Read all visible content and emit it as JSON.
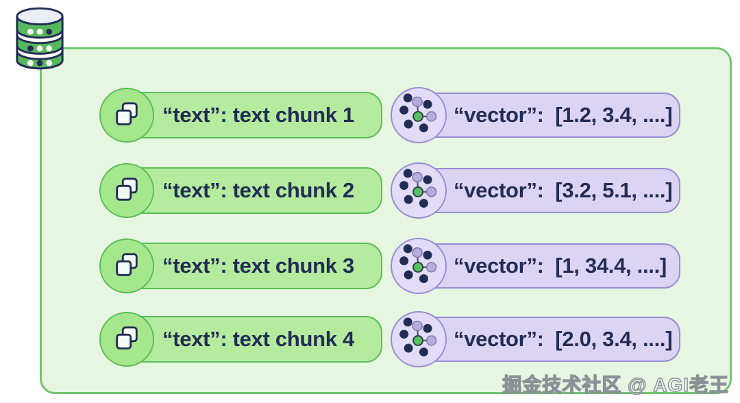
{
  "rows": [
    {
      "text": "“text”: text chunk 1",
      "vector": "“vector”:  [1.2, 3.4, ....]"
    },
    {
      "text": "“text”: text chunk 2",
      "vector": "“vector”:  [3.2, 5.1, ....]"
    },
    {
      "text": "“text”: text chunk 3",
      "vector": "“vector”:  [1, 34.4, ....]"
    },
    {
      "text": "“text”: text chunk 4",
      "vector": "“vector”:  [2.0, 3.4, ....]"
    }
  ],
  "watermark": "掘金技术社区 @ AGI老王",
  "icons": {
    "database": "database-icon",
    "text_chunk": "copy-squares-icon",
    "vector": "vector-nodes-icon"
  },
  "colors": {
    "container_fill": "#e7f6e1",
    "container_border": "#74c472",
    "text_pill_fill": "#b4eb9e",
    "text_pill_border": "#5abd56",
    "text_badge_fill": "#a5e78c",
    "vector_pill_fill": "#dbd4f3",
    "vector_pill_border": "#988bd4",
    "vector_badge_fill": "#e2dcf8",
    "label_text": "#232c54",
    "db_green": "#57b85e",
    "db_top_ellipse": "#e9eef7",
    "node_green": "#56c161",
    "node_lavender": "#b6addf",
    "dot_navy": "#232c54"
  }
}
